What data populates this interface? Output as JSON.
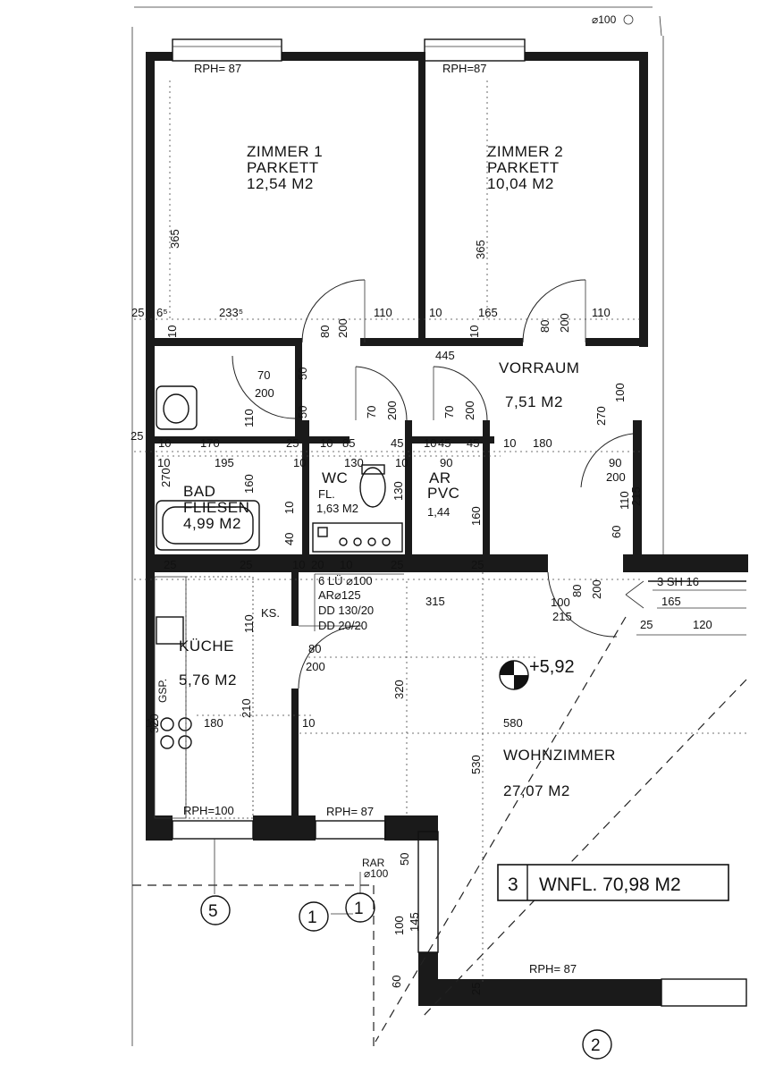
{
  "rooms": {
    "zimmer1": {
      "name": "ZIMMER 1",
      "floor": "PARKETT",
      "area": "12,54 M2"
    },
    "zimmer2": {
      "name": "ZIMMER 2",
      "floor": "PARKETT",
      "area": "10,04 M2"
    },
    "vorraum": {
      "name": "VORRAUM",
      "area": "7,51 M2"
    },
    "bad": {
      "name": "BAD",
      "floor": "FLIESEN",
      "area": "4,99 M2"
    },
    "wc": {
      "name": "WC",
      "floor": "FL.",
      "area": "1,63 M2"
    },
    "ar": {
      "name": "AR",
      "floor": "PVC",
      "area": "1,44"
    },
    "kueche": {
      "name": "KÜCHE",
      "area": "5,76 M2"
    },
    "wohnzimmer": {
      "name": "WOHNZIMMER",
      "area": "27,07 M2"
    }
  },
  "sill_labels": {
    "z1": "RPH= 87",
    "z2": "RPH=87",
    "kueche": "RPH=100",
    "wohn_left": "RPH= 87",
    "wohn_bottom": "RPH= 87"
  },
  "unit_box": {
    "number": "3",
    "label": "WNFL. 70,98 M2"
  },
  "level_mark": "+5,92",
  "pipe_mark": "⌀100",
  "shaft_notes": [
    "6 LÜ ⌀100",
    "AR⌀125",
    "DD  130/20",
    "DD  20/20"
  ],
  "labels": {
    "ks": "KS.",
    "gsp": "GSP.",
    "rar": "RAR",
    "rar_val": "⌀100",
    "stairs": "3 SH 16"
  },
  "axes": [
    "5",
    "1",
    "1",
    "2"
  ],
  "dims": {
    "d365a": "365",
    "d365b": "365",
    "d25a": "25",
    "d65": "6⁵",
    "d2335": "233⁵",
    "d110a": "110",
    "d10a": "10",
    "d165a": "165",
    "d110b": "110",
    "d10b": "10",
    "d10c": "10",
    "d80a": "80",
    "d200a": "200",
    "d80b": "80",
    "d200b": "200",
    "d445": "445",
    "d70a": "70",
    "d200c": "200",
    "d50a": "50",
    "d50b": "50",
    "d110c": "110",
    "d70b": "70",
    "d200d": "200",
    "d70c": "70",
    "d200e": "200",
    "d100a": "100",
    "d270a": "270",
    "d25b": "25",
    "d10d": "10",
    "d170": "170",
    "d25c": "25",
    "d10e": "10",
    "d85": "85",
    "d45a": "45",
    "d10f": "10",
    "d45b": "45",
    "d45c": "45",
    "d10g": "10",
    "d180a": "180",
    "d10h": "10",
    "d195": "195",
    "d10i": "10",
    "d130a": "130",
    "d10j": "10",
    "d90a": "90",
    "d90b": "90",
    "d200f": "200",
    "d110d": "110",
    "d215a": "215",
    "d60a": "60",
    "d270b": "270",
    "d160a": "160",
    "d10k": "10",
    "d40": "40",
    "d130b": "130",
    "d160b": "160",
    "d25d": "25",
    "d25e": "25",
    "d10l": "10",
    "d20": "20",
    "d10m": "10",
    "d25f": "25",
    "d25g": "25",
    "d315": "315",
    "d100b": "100",
    "d215b": "215",
    "d80c": "80",
    "d200g": "200",
    "d165b": "165",
    "d25h": "25",
    "d120": "120",
    "d110e": "110",
    "d80d": "80",
    "d200h": "200",
    "d320a": "320",
    "d210": "210",
    "d320b": "320",
    "d10n": "10",
    "d180b": "180",
    "d10o": "10",
    "d580": "580",
    "d530": "530",
    "d50c": "50",
    "d100c": "100",
    "d145": "145",
    "d60b": "60",
    "d25i": "25"
  }
}
